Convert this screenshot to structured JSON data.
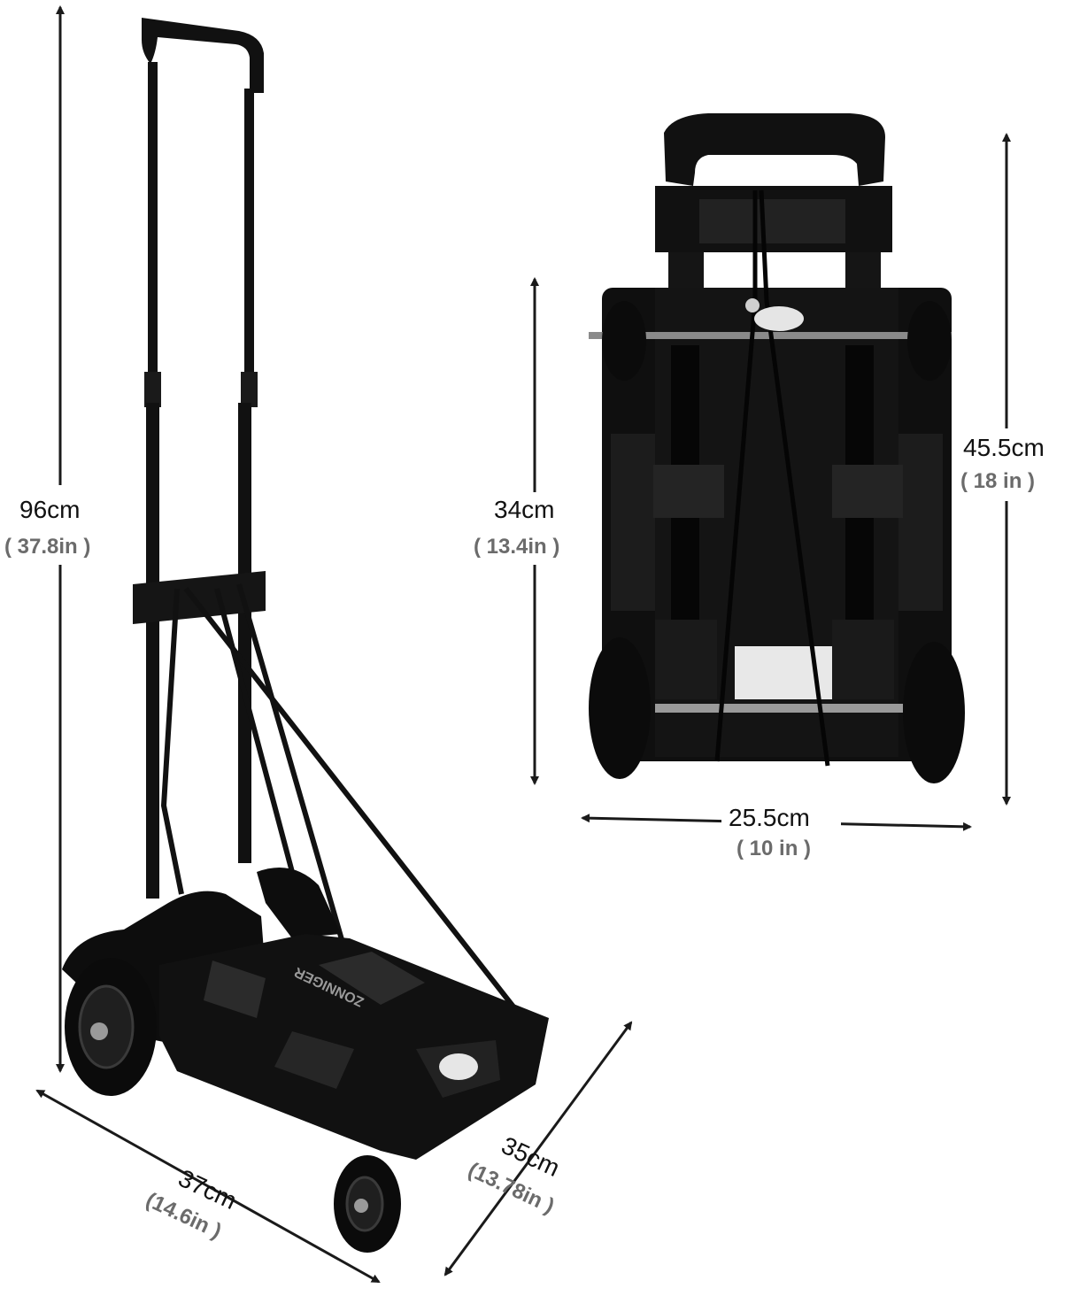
{
  "colors": {
    "background": "#ffffff",
    "product": "#111111",
    "product_highlight": "#3a3a3a",
    "arrow": "#1a1a1a",
    "inch_text": "#6b6b6b",
    "cm_text": "#111111"
  },
  "icons": {
    "arrows": "double-headed-arrow"
  },
  "dimensions": {
    "height_extended": {
      "cm": "96cm",
      "in": "( 37.8in )"
    },
    "base_length": {
      "cm": "37cm",
      "in": "(14.6in )"
    },
    "base_width": {
      "cm": "35cm",
      "in": "(13.78in )"
    },
    "folded_inner_height": {
      "cm": "34cm",
      "in": "( 13.4in )"
    },
    "folded_height": {
      "cm": "45.5cm",
      "in": "( 18 in )"
    },
    "folded_width": {
      "cm": "25.5cm",
      "in": "( 10 in )"
    }
  },
  "product": {
    "logo_text": "ZONNIGER"
  }
}
